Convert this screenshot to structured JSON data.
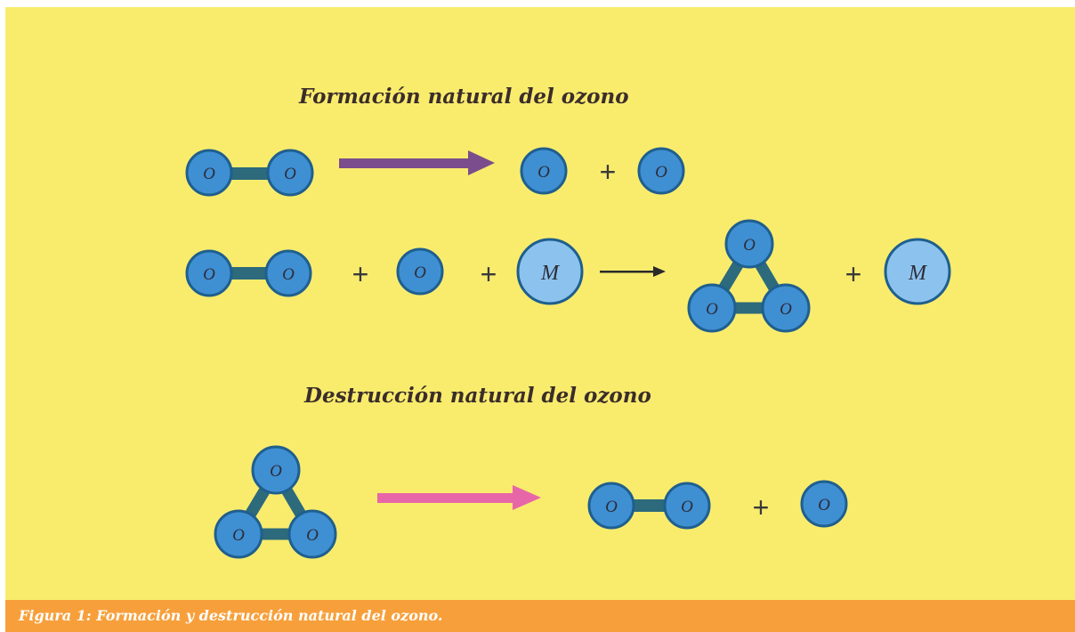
{
  "headings": {
    "formation": "Formación natural del ozono",
    "destruction": "Destrucción natural del ozono"
  },
  "atoms": {
    "oxygen": "O",
    "third_body": "M"
  },
  "operators": {
    "plus": "+"
  },
  "caption": "Figura 1: Formación y destrucción natural del ozono.",
  "colors": {
    "background": "#f9ec6d",
    "caption_bar": "#f7a03b",
    "atom_fill": "#3f8fd3",
    "atom_stroke": "#1f5f8e",
    "m_fill": "#8cc3ee",
    "bond": "#2c6a7c",
    "arrow_photolysis": "#7b4d8c",
    "arrow_destruction": "#e766a8",
    "arrow_reaction": "#2a2a2a"
  }
}
